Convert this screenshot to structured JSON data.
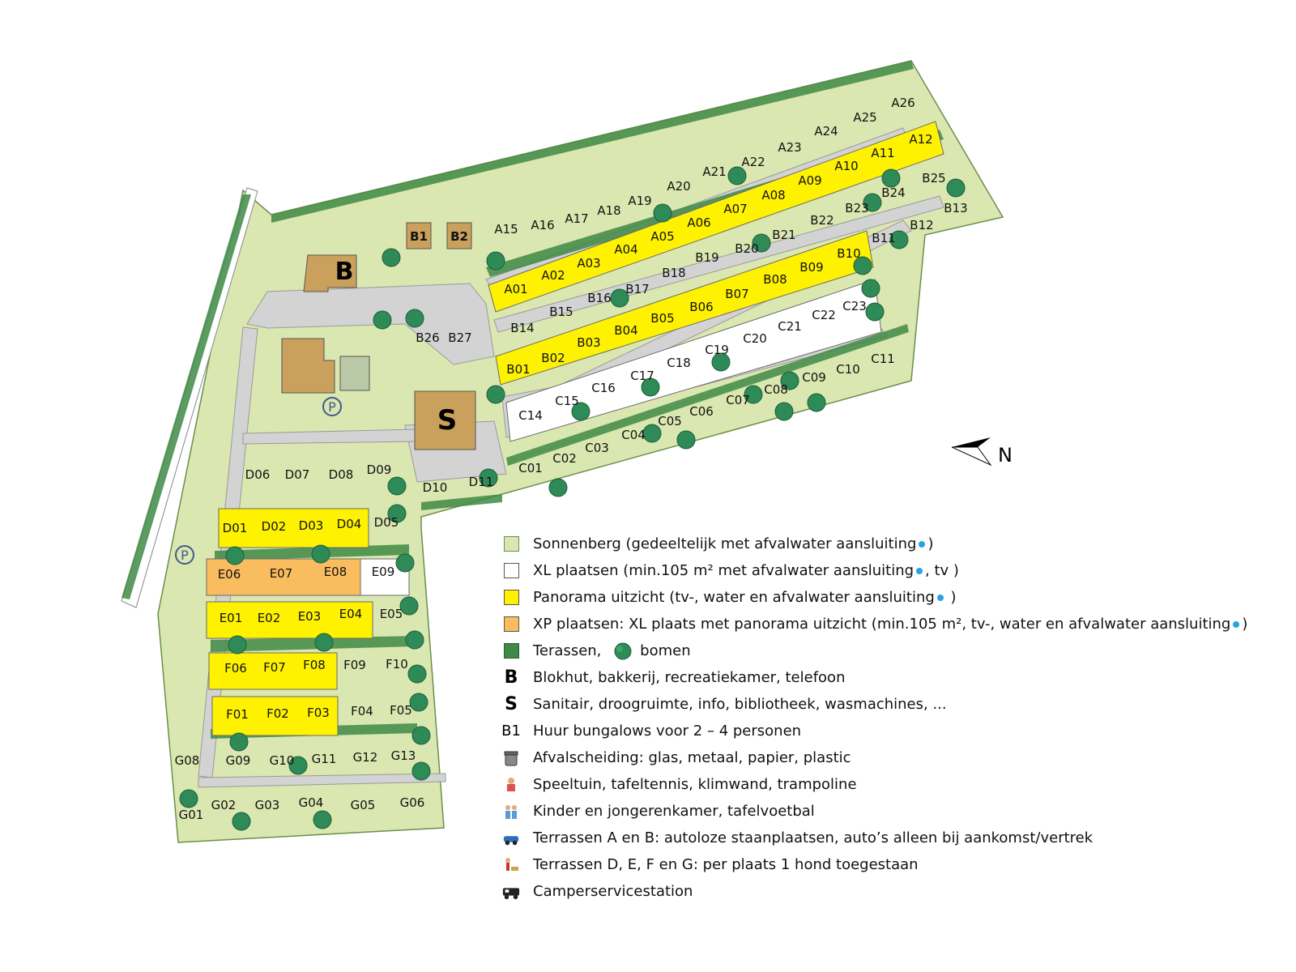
{
  "colors": {
    "grass": "#dbe7b0",
    "xl": "#ffffff",
    "panorama": "#fff200",
    "xp": "#f9bd5f",
    "terrace": "#3f8a46",
    "road": "#d3d3d3",
    "building": "#c9a05c",
    "water_hookup": "#2aa3dc",
    "tree": "#2e8b57"
  },
  "buildings": {
    "b1": "B1",
    "b2": "B2",
    "blokhut": "B",
    "sanitair": "S"
  },
  "parking": "P",
  "compass": {
    "label": "N"
  },
  "plots": {
    "a_top": [
      "A15",
      "A16",
      "A17",
      "A18",
      "A19",
      "A20",
      "A21",
      "A22",
      "A23",
      "A24",
      "A25",
      "A26"
    ],
    "a_panorama": [
      "A01",
      "A02",
      "A03",
      "A04",
      "A05",
      "A06",
      "A07",
      "A08",
      "A09",
      "A10",
      "A11",
      "A12"
    ],
    "b_top": [
      "B14",
      "B15",
      "B16",
      "B17",
      "B18",
      "B19",
      "B20",
      "B21",
      "B22",
      "B23",
      "B24",
      "B25"
    ],
    "b_extra": [
      "B11",
      "B12",
      "B13",
      "B26",
      "B27"
    ],
    "b_panorama": [
      "B01",
      "B02",
      "B03",
      "B04",
      "B05",
      "B06",
      "B07",
      "B08",
      "B09",
      "B10"
    ],
    "c_xl": [
      "C14",
      "C15",
      "C16",
      "C17",
      "C18",
      "C19",
      "C20",
      "C21",
      "C22",
      "C23"
    ],
    "c_bottom": [
      "C01",
      "C02",
      "C03",
      "C04",
      "C05",
      "C06",
      "C07",
      "C08",
      "C09",
      "C10",
      "C11"
    ],
    "d": [
      "D01",
      "D02",
      "D03",
      "D04",
      "D05",
      "D06",
      "D07",
      "D08",
      "D09",
      "D10",
      "D11"
    ],
    "e": [
      "E01",
      "E02",
      "E03",
      "E04",
      "E05",
      "E06",
      "E07",
      "E08",
      "E09"
    ],
    "f": [
      "F01",
      "F02",
      "F03",
      "F04",
      "F05",
      "F06",
      "F07",
      "F08",
      "F09",
      "F10"
    ],
    "g": [
      "G01",
      "G02",
      "G03",
      "G04",
      "G05",
      "G06",
      "G08",
      "G09",
      "G10",
      "G11",
      "G12",
      "G13"
    ]
  },
  "legend": [
    {
      "icon": "swatch-grass",
      "text": "Sonnenberg (gedeeltelijk met afvalwater aansluiting",
      "suffix": ")"
    },
    {
      "icon": "swatch-xl",
      "text": "XL plaatsen (min.105 m² met afvalwater aansluiting",
      "suffix": ", tv )"
    },
    {
      "icon": "swatch-panorama",
      "text": "Panorama uitzicht (tv-, water en afvalwater aansluiting",
      "suffix": " )"
    },
    {
      "icon": "swatch-xp",
      "text": "XP plaatsen: XL plaats met panorama uitzicht (min.105 m², tv-, water en afvalwater aansluiting",
      "suffix": ")"
    },
    {
      "icon": "swatch-terrace",
      "text": "Terassen,",
      "suffix": "bomen"
    },
    {
      "icon": "letter-b",
      "text": "Blokhut, bakkerij, recreatiekamer, telefoon"
    },
    {
      "icon": "letter-s",
      "text": "Sanitair, droogruimte, info, bibliotheek, wasmachines, ..."
    },
    {
      "icon": "text-b1",
      "text": "Huur bungalows voor 2 – 4 personen"
    },
    {
      "icon": "trash-icon",
      "text": "Afvalscheiding: glas, metaal, papier, plastic"
    },
    {
      "icon": "playground-icon",
      "text": "Speeltuin, tafeltennis, klimwand, trampoline"
    },
    {
      "icon": "kids-icon",
      "text": "Kinder en jongerenkamer, tafelvoetbal"
    },
    {
      "icon": "car-icon",
      "text": "Terrassen A en B: autoloze staanplaatsen, auto’s alleen bij aankomst/vertrek"
    },
    {
      "icon": "dog-icon",
      "text": "Terrassen D, E, F en G: per plaats 1 hond toegestaan"
    },
    {
      "icon": "camper-icon",
      "text": "Camperservicestation"
    }
  ],
  "legend_icon_text": {
    "b": "B",
    "s": "S",
    "b1": "B1"
  }
}
